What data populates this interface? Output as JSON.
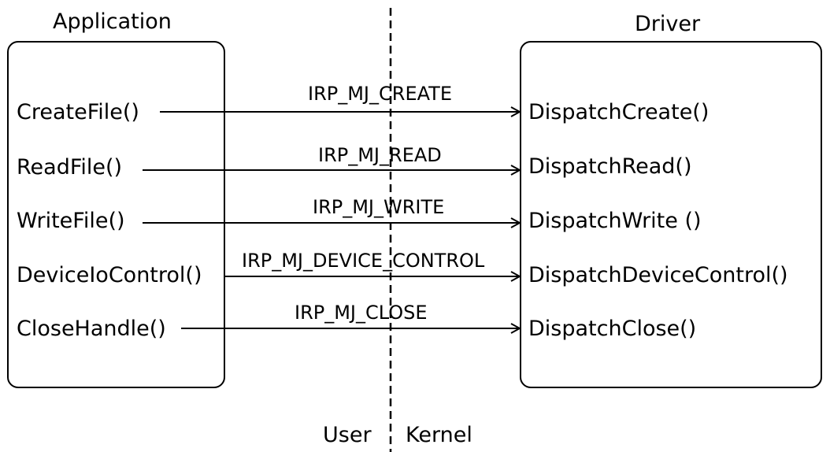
{
  "application": {
    "title": "Application",
    "functions": [
      "CreateFile()",
      "ReadFile()",
      "WriteFile()",
      "DeviceIoControl()",
      "CloseHandle()"
    ]
  },
  "driver": {
    "title": "Driver",
    "routines": [
      "DispatchCreate()",
      "DispatchRead()",
      "DispatchWrite ()",
      "DispatchDeviceControl()",
      "DispatchClose()"
    ]
  },
  "irps": [
    "IRP_MJ_CREATE",
    "IRP_MJ_READ",
    "IRP_MJ_WRITE",
    "IRP_MJ_DEVICE_CONTROL",
    "IRP_MJ_CLOSE"
  ],
  "boundary": {
    "left_label": "User",
    "right_label": "Kernel"
  }
}
